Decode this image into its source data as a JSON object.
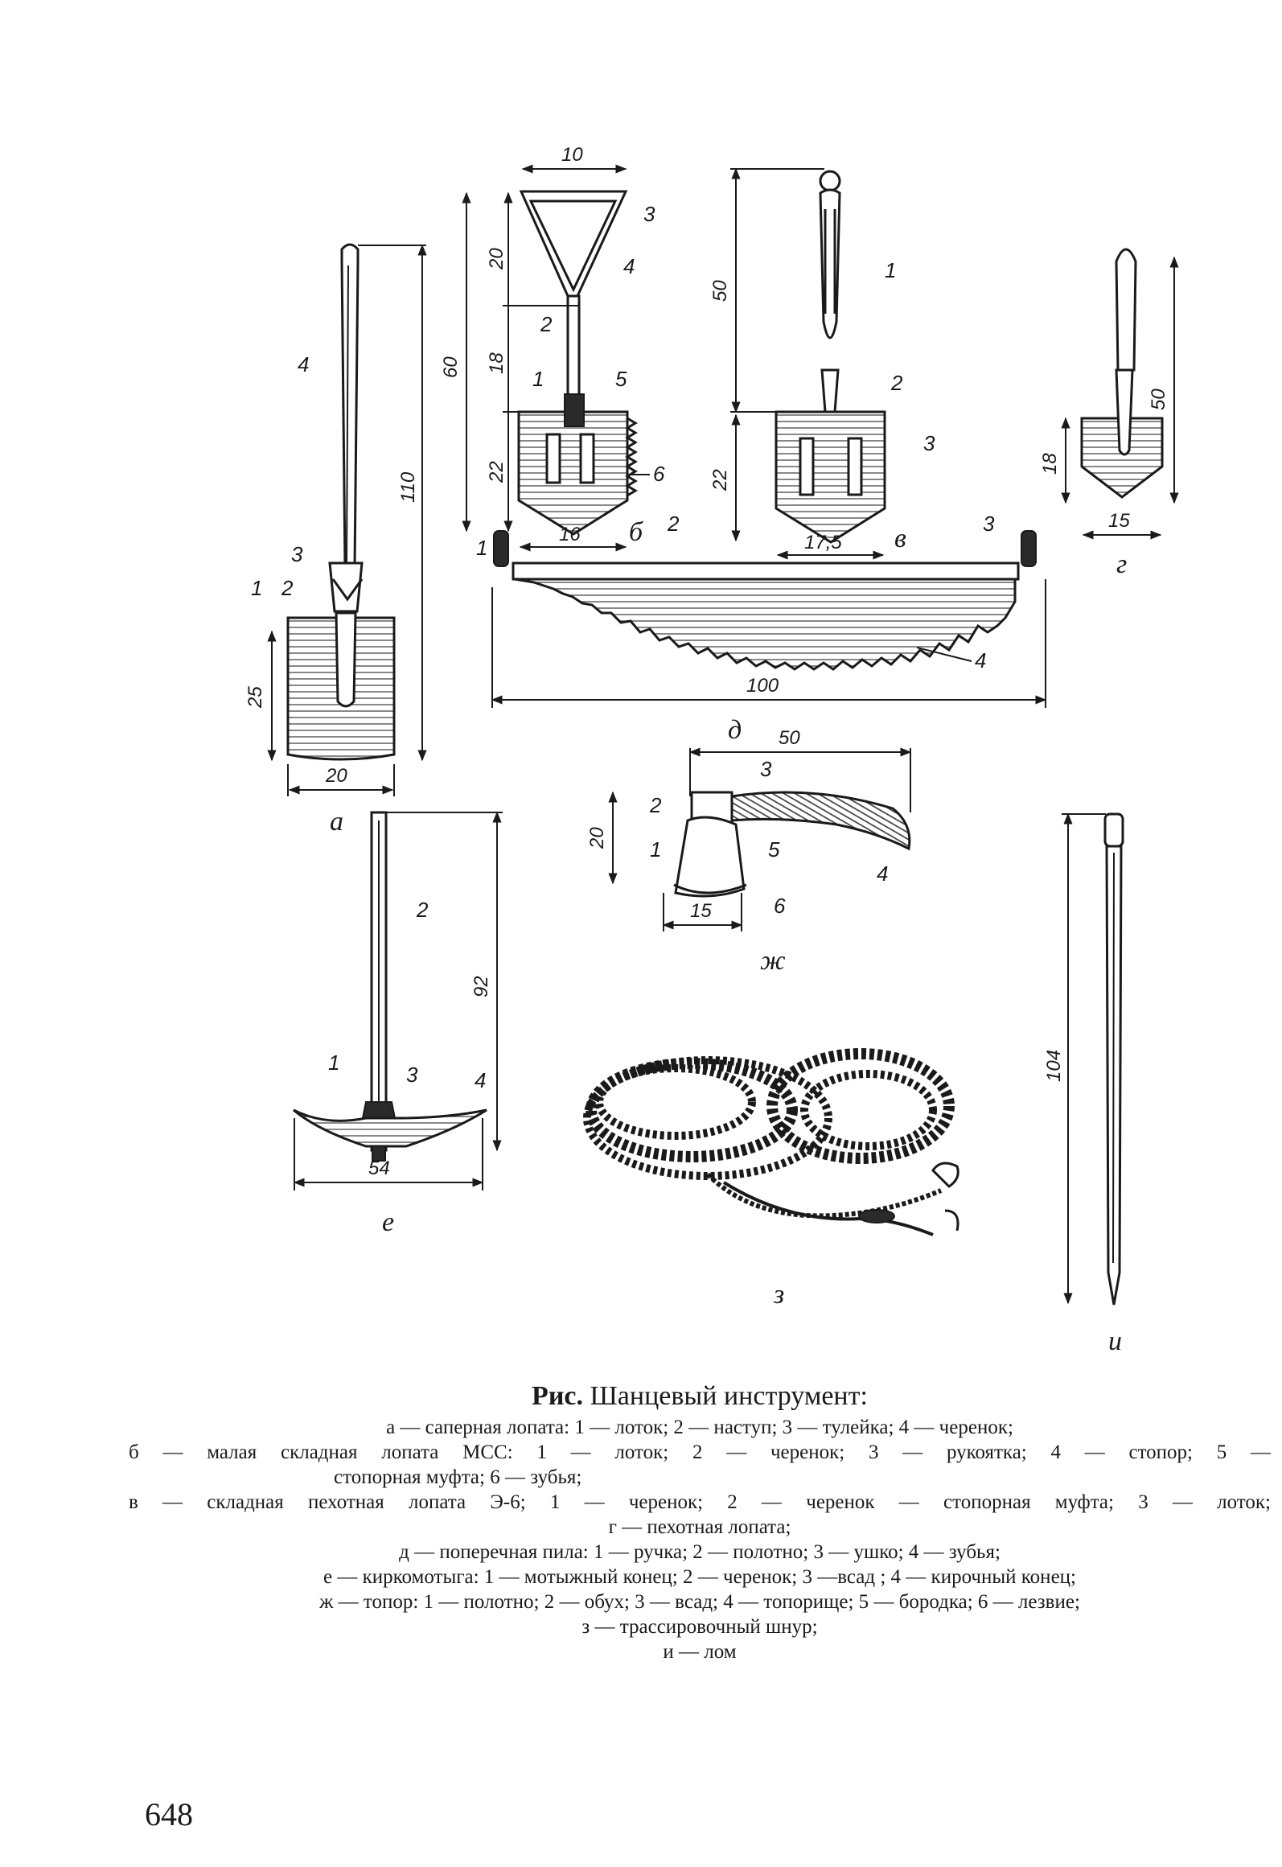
{
  "figure": {
    "panels": {
      "a": {
        "letter": "а",
        "dims": {
          "height": "110",
          "blade_height": "25",
          "blade_width": "20"
        },
        "parts": [
          "1",
          "2",
          "3",
          "4"
        ]
      },
      "b": {
        "letter": "б",
        "dims": {
          "width_top": "10",
          "total": "60",
          "d1": "20",
          "d2": "18",
          "d3": "22",
          "blade_width": "16"
        },
        "parts": [
          "1",
          "2",
          "3",
          "4",
          "5",
          "6"
        ]
      },
      "v": {
        "letter": "в",
        "dims": {
          "handle": "50",
          "blade_height": "22",
          "blade_width": "17,5"
        },
        "parts": [
          "1",
          "2",
          "3"
        ]
      },
      "g": {
        "letter": "г",
        "dims": {
          "total": "50",
          "blade_height": "18",
          "blade_width": "15"
        }
      },
      "d": {
        "letter": "д",
        "dims": {
          "length": "100"
        },
        "parts": [
          "1",
          "2",
          "3",
          "4"
        ]
      },
      "e": {
        "letter": "е",
        "dims": {
          "height": "92",
          "width": "54"
        },
        "parts": [
          "1",
          "2",
          "3",
          "4"
        ]
      },
      "zh": {
        "letter": "ж",
        "dims": {
          "length": "50",
          "height": "20",
          "edge": "15"
        },
        "parts": [
          "1",
          "2",
          "3",
          "4",
          "5",
          "6"
        ]
      },
      "z": {
        "letter": "з"
      },
      "i": {
        "letter": "и",
        "dims": {
          "length": "104"
        }
      }
    }
  },
  "caption": {
    "title_bold": "Рис.",
    "title_rest": " Шанцевый инструмент:",
    "lines": [
      "а — саперная лопата: 1 — лоток; 2 — наступ; 3 — тулейка; 4 — черенок;",
      "б — малая складная лопата МСС: 1 — лоток; 2 — черенок; 3 — рукоятка; 4 — стопор; 5 —",
      "стопорная муфта; 6 — зубья;",
      "в — складная пехотная лопата Э-6; 1 — черенок; 2 — черенок — стопорная муфта; 3 — лоток;",
      "г — пехотная лопата;",
      "д — поперечная пила: 1 — ручка; 2 — полотно; 3 — ушко; 4 — зубья;",
      "е — киркомотыга: 1 — мотыжный конец; 2 — черенок; 3 —всад ; 4 — кирочный конец;",
      "ж — топор: 1 — полотно; 2 — обух; 3 — всад; 4 — топорище; 5 — бородка; 6 — лезвие;",
      "з — трассировочный шнур;",
      "и — лом"
    ]
  },
  "page_number": "648"
}
